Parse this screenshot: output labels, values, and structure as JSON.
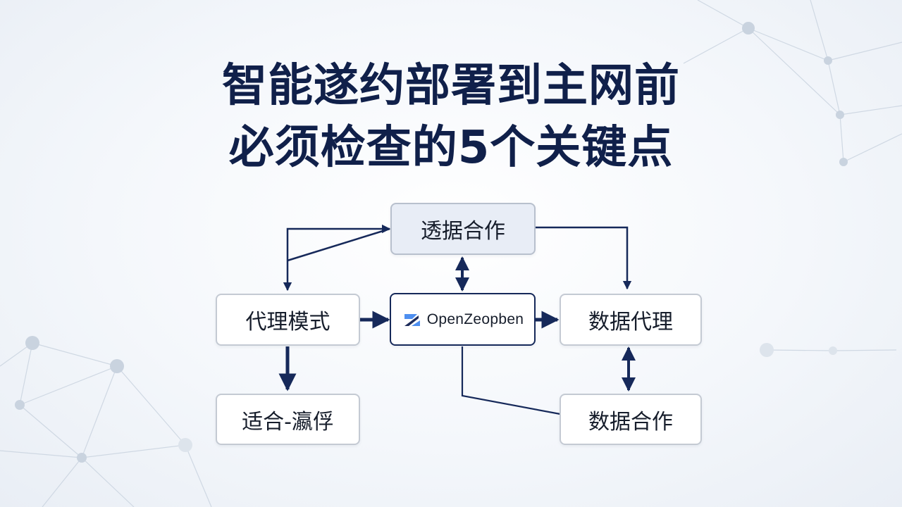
{
  "title": {
    "line1": "智能遂约部署到主网前",
    "line2": "必须检查的5个关键点"
  },
  "diagram": {
    "nodes": {
      "top": "透据合作",
      "left": "代理模式",
      "center": "OpenZeopben",
      "right": "数据代理",
      "bottom_left": "适合-瀛俘",
      "bottom_right": "数据合作"
    },
    "center_logo_icon": "openzeppelin-logo-icon",
    "colors": {
      "title": "#10204a",
      "arrow": "#16295a",
      "node_border": "#c4cad3",
      "top_node_fill": "#e8edf6",
      "logo_blue": "#4e8ff0",
      "logo_navy": "#1d2b5a"
    }
  }
}
